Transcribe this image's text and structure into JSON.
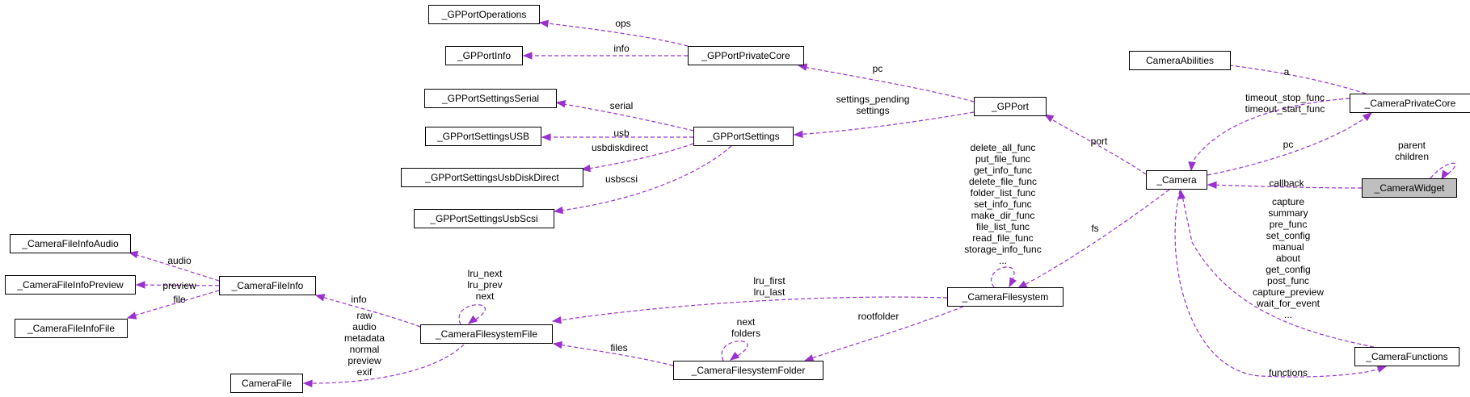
{
  "colors": {
    "edge": "#9a32cd",
    "highlight_fill": "#bfbfbf",
    "box_border": "#000000"
  },
  "diagram": {
    "nodes": [
      {
        "id": "gpportops",
        "label": "_GPPortOperations"
      },
      {
        "id": "gpportinfo",
        "label": "_GPPortInfo"
      },
      {
        "id": "gppc",
        "label": "_GPPortPrivateCore"
      },
      {
        "id": "gpss",
        "label": "_GPPortSettingsSerial"
      },
      {
        "id": "gpsusb",
        "label": "_GPPortSettingsUSB"
      },
      {
        "id": "gpset",
        "label": "_GPPortSettings"
      },
      {
        "id": "gpsdisk",
        "label": "_GPPortSettingsUsbDiskDirect"
      },
      {
        "id": "gpsscsi",
        "label": "_GPPortSettingsUsbScsi"
      },
      {
        "id": "gpport",
        "label": "_GPPort"
      },
      {
        "id": "camabil",
        "label": "CameraAbilities"
      },
      {
        "id": "campc",
        "label": "_CameraPrivateCore"
      },
      {
        "id": "camera",
        "label": "_Camera"
      },
      {
        "id": "camwidget",
        "label": "_CameraWidget",
        "highlight": true
      },
      {
        "id": "cfiaudio",
        "label": "_CameraFileInfoAudio"
      },
      {
        "id": "cfipreview",
        "label": "_CameraFileInfoPreview"
      },
      {
        "id": "cfifile",
        "label": "_CameraFileInfoFile"
      },
      {
        "id": "cfinfo",
        "label": "_CameraFileInfo"
      },
      {
        "id": "cfsfile",
        "label": "_CameraFilesystemFile"
      },
      {
        "id": "cfs",
        "label": "_CameraFilesystem"
      },
      {
        "id": "camfile",
        "label": "CameraFile"
      },
      {
        "id": "cfsfolder",
        "label": "_CameraFilesystemFolder"
      },
      {
        "id": "camfuncs",
        "label": "_CameraFunctions"
      }
    ],
    "edges": [
      {
        "id": "e-ops",
        "label": "ops"
      },
      {
        "id": "e-info",
        "label": "info"
      },
      {
        "id": "e-pc-gp",
        "label": "pc"
      },
      {
        "id": "e-settings",
        "label": "settings_pending\nsettings"
      },
      {
        "id": "e-serial",
        "label": "serial"
      },
      {
        "id": "e-usb",
        "label": "usb"
      },
      {
        "id": "e-usbdisk",
        "label": "usbdiskdirect"
      },
      {
        "id": "e-usbscsi",
        "label": "usbscsi"
      },
      {
        "id": "e-port",
        "label": "port"
      },
      {
        "id": "e-a",
        "label": "a"
      },
      {
        "id": "e-timeout",
        "label": "timeout_stop_func\ntimeout_start_func"
      },
      {
        "id": "e-pc-cam",
        "label": "pc"
      },
      {
        "id": "e-callback",
        "label": "callback"
      },
      {
        "id": "e-widget-self",
        "label": "parent\nchildren"
      },
      {
        "id": "e-fsfuncs",
        "label": "delete_all_func\nput_file_func\nget_info_func\ndelete_file_func\nfolder_list_func\nset_info_func\nmake_dir_func\nfile_list_func\nread_file_func\nstorage_info_func\n..."
      },
      {
        "id": "e-fs",
        "label": "fs"
      },
      {
        "id": "e-camfuncs",
        "label": "capture\nsummary\npre_func\nset_config\nmanual\nabout\nget_config\npost_func\ncapture_preview\nwait_for_event\n..."
      },
      {
        "id": "e-functions",
        "label": "functions"
      },
      {
        "id": "e-audio",
        "label": "audio"
      },
      {
        "id": "e-preview",
        "label": "preview"
      },
      {
        "id": "e-file",
        "label": "file"
      },
      {
        "id": "e-cfinfo",
        "label": "info"
      },
      {
        "id": "e-lru-self",
        "label": "lru_next\nlru_prev\nnext"
      },
      {
        "id": "e-lru",
        "label": "lru_first\nlru_last"
      },
      {
        "id": "e-camfile",
        "label": "raw\naudio\nmetadata\nnormal\npreview\nexif"
      },
      {
        "id": "e-files",
        "label": "files"
      },
      {
        "id": "e-folder-self",
        "label": "next\nfolders"
      },
      {
        "id": "e-rootfolder",
        "label": "rootfolder"
      }
    ]
  }
}
